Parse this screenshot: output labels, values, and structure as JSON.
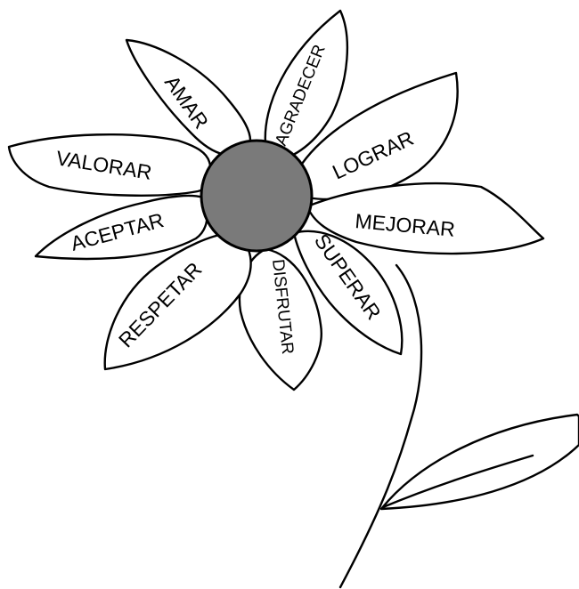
{
  "colors": {
    "center": "#7a7a7a",
    "outline": "#000000",
    "background": "#ffffff"
  },
  "petals": [
    {
      "id": "amar",
      "label": "AMAR"
    },
    {
      "id": "agradecer",
      "label": "AGRADECER"
    },
    {
      "id": "lograr",
      "label": "LOGRAR"
    },
    {
      "id": "mejorar",
      "label": "MEJORAR"
    },
    {
      "id": "superar",
      "label": "SUPERAR"
    },
    {
      "id": "disfrutar",
      "label": "DISFRUTAR"
    },
    {
      "id": "respetar",
      "label": "RESPETAR"
    },
    {
      "id": "aceptar",
      "label": "ACEPTAR"
    },
    {
      "id": "valorar",
      "label": "VALORAR"
    }
  ]
}
